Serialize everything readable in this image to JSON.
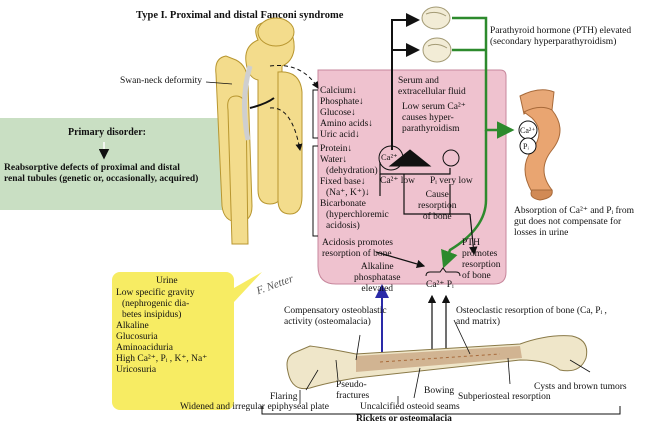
{
  "title": "Type I. Proximal and distal Fanconi syndrome",
  "kidney": {
    "swan_neck": "Swan-neck deformity"
  },
  "primary": {
    "header": "Primary disorder:",
    "text_lines": [
      "Reabsorptive defects  of proximal and distal",
      "renal tubules (genetic or, occasionally, acquired)"
    ]
  },
  "losses": {
    "group1": [
      "Calcium↓",
      "Phosphate↓",
      "Glucose↓",
      "Amino acids↓",
      "Uric acid↓"
    ],
    "group2": [
      "Protein↓",
      "Water↓",
      "(dehydration)",
      "Fixed base↓",
      "(Na⁺, K⁺)↓",
      "Bicarbonate",
      "(hyperchloremic",
      "acidosis)"
    ]
  },
  "center": {
    "serum": [
      "Serum and",
      "extracellular fluid"
    ],
    "low_ca": [
      "Low serum Ca²⁺",
      "causes hyper-",
      "parathyroidism"
    ],
    "ca_symbol": "Ca²⁺",
    "ca_low": "Ca²⁺ low",
    "pi_very_low": "Pᵢ very low",
    "cause": [
      "Cause",
      "resorption",
      "of bone"
    ],
    "acidosis": [
      "Acidosis promotes",
      "resorption of bone"
    ],
    "alk": [
      "Alkaline",
      "phosphatase",
      "elevated"
    ],
    "pth_promotes": [
      "PTH",
      "promotes",
      "resorption",
      "of bone"
    ],
    "ca_pi": "Ca²⁺  Pᵢ"
  },
  "pth": [
    "Parathyroid hormone (PTH) elevated",
    "(secondary hyperparathyroidism)"
  ],
  "gut": {
    "ca": "Ca²⁺",
    "pi": "Pᵢ",
    "absorption": [
      "Absorption of Ca²⁺ and Pᵢ from",
      "gut does not compensate for",
      "losses in urine"
    ]
  },
  "urine": {
    "header": "Urine",
    "lines": [
      "Low specific gravity",
      "(nephrogenic dia-",
      "betes insipidus)",
      "Alkaline",
      "Glucosuria",
      "Aminoaciduria",
      "High Ca²⁺, Pᵢ , K⁺, Na⁺",
      "Uricosuria"
    ]
  },
  "bone": {
    "compensatory": [
      "Compensatory osteoblastic",
      "activity (osteomalacia)"
    ],
    "osteoclastic": [
      "Osteoclastic resorption of bone (Ca, Pᵢ ,",
      "and matrix)"
    ],
    "pseudo": [
      "Pseudo-",
      "fractures"
    ],
    "flaring": "Flaring",
    "bowing": "Bowing",
    "subperiosteal": "Subperiosteal resorption",
    "cysts": "Cysts and brown tumors",
    "widened": "Widened and irregular epiphyseal plate",
    "uncalcified": "Uncalcified osteoid seams",
    "rickets": "Rickets or osteomalacia"
  },
  "signature": "F. Netter",
  "colors": {
    "primary_box": "#c9dfc3",
    "serum_box": "#efc2cf",
    "urine_box": "#f7ec63",
    "kidney": "#f3dc8c",
    "pth_arrow": "#2d8a2d",
    "blue_arrow": "#2a2aa8"
  }
}
